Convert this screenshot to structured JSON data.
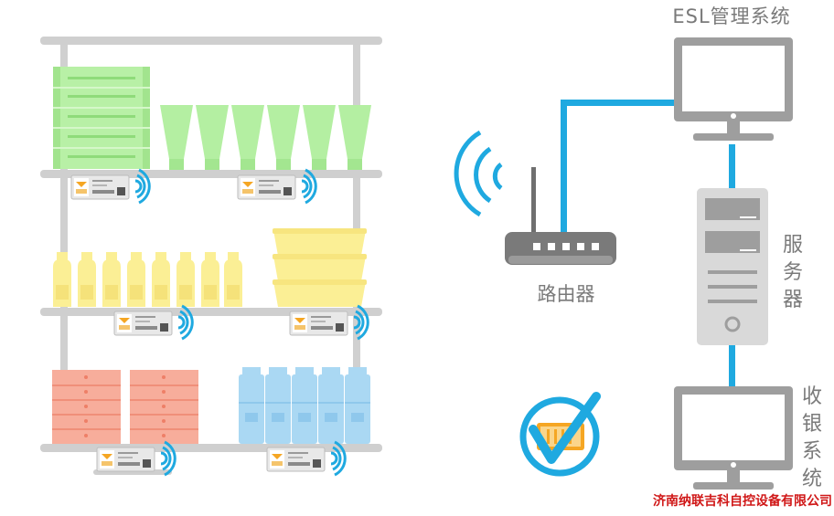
{
  "labels": {
    "esl_system": "ESL管理系统",
    "router": "路由器",
    "server": [
      "服",
      "务",
      "器"
    ],
    "cashier": [
      "收",
      "银",
      "系",
      "统"
    ]
  },
  "company": "济南纳联吉科自控设备有限公司",
  "colors": {
    "network_line": "#1fa9e0",
    "device_gray": "#9e9e9e",
    "device_light": "#d9d9d9",
    "green_goods": "#b4efa2",
    "yellow_goods": "#fbef95",
    "red_goods": "#f6ab9a",
    "blue_goods": "#a9d7f2",
    "company_text": "#d01818"
  },
  "icons": [
    "wifi-signal-icon",
    "checkmark-circle-icon",
    "esl-price-tag-icon"
  ]
}
